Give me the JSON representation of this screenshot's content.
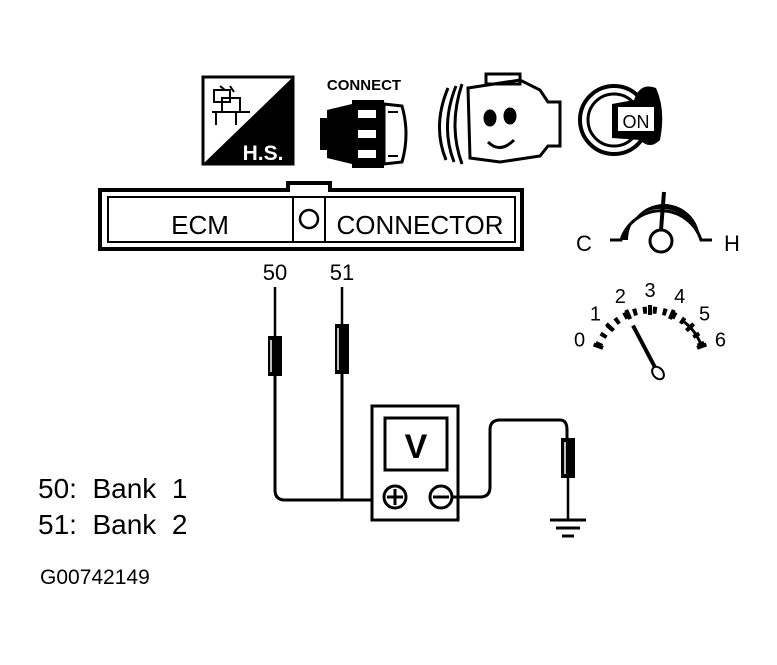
{
  "icons": {
    "hs_label": "H.S.",
    "connect_label": "CONNECT",
    "ignition_label": "ON"
  },
  "connector": {
    "left_label": "ECM",
    "right_label": "CONNECTOR"
  },
  "temp_gauge": {
    "cold_label": "C",
    "hot_label": "H"
  },
  "pins": [
    {
      "number": "50"
    },
    {
      "number": "51"
    }
  ],
  "voltmeter": {
    "display": "V",
    "positive_symbol": "⊕",
    "negative_symbol": "⊖"
  },
  "tachometer": {
    "ticks": [
      "0",
      "1",
      "2",
      "3",
      "4",
      "5",
      "6"
    ],
    "needle_value": 2
  },
  "legend": [
    {
      "text": "50:  Bank  1"
    },
    {
      "text": "51:  Bank  2"
    }
  ],
  "figure_id": "G00742149"
}
